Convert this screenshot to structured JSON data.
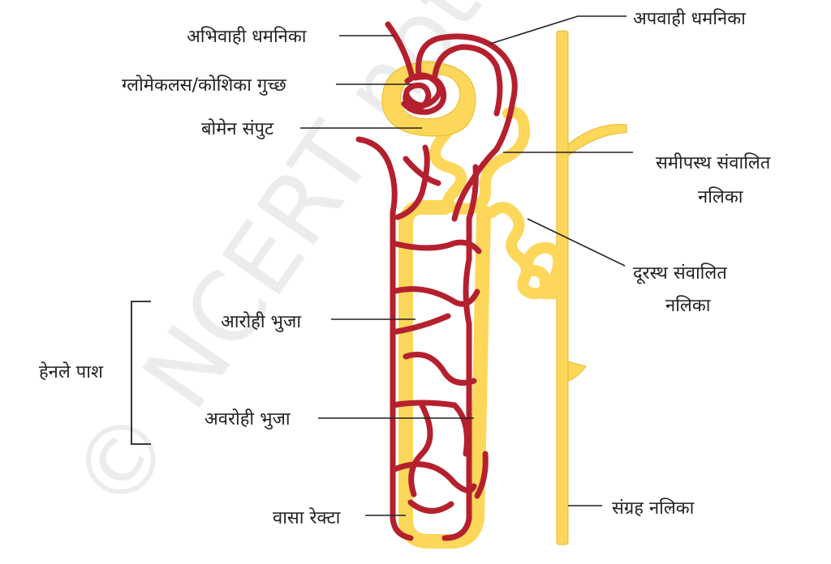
{
  "watermark": "© NCERT not to be republished",
  "colors": {
    "vessel": "#b5202e",
    "tubule": "#fcd75a",
    "tubule_edge": "#e7b92e",
    "text": "#231f20"
  },
  "labels": {
    "afferent_arteriole": "अभिवाही धमनिका",
    "efferent_arteriole": "अपवाही धमनिका",
    "glomerulus": "ग्लोमेकलस/कोशिका गुच्छ",
    "bowman_capsule": "बोमेन संपुट",
    "pct_line1": "समीपस्थ संवालित",
    "pct_line2": "नलिका",
    "dct_line1": "दूरस्थ संवालित",
    "dct_line2": "नलिका",
    "ascending_limb": "आरोही भुजा",
    "descending_limb": "अवरोही भुजा",
    "henle_loop": "हेनले पाश",
    "vasa_recta": "वासा रेक्टा",
    "collecting_duct": "संग्रह नलिका"
  }
}
